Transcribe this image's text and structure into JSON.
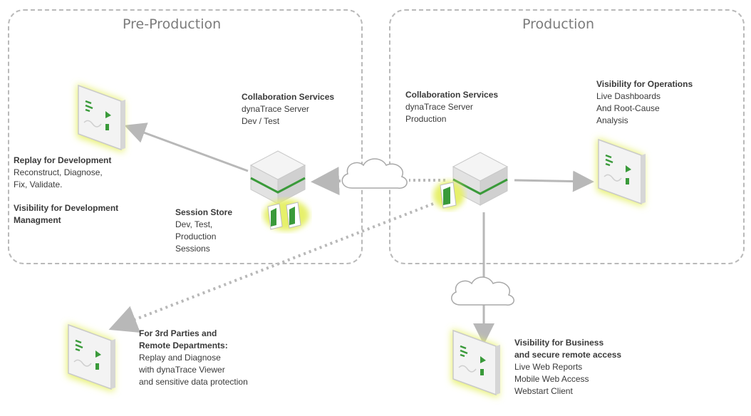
{
  "zones": {
    "preproduction": {
      "title": "Pre-Production"
    },
    "production": {
      "title": "Production"
    }
  },
  "labels": {
    "collab_pre": {
      "title": "Collaboration Services",
      "lines": [
        "dynaTrace Server",
        "Dev / Test"
      ]
    },
    "collab_prod": {
      "title": "Collaboration Services",
      "lines": [
        "dynaTrace Server",
        "Production"
      ]
    },
    "replay_dev": {
      "title": "Replay for Development",
      "lines": [
        "Reconstruct, Diagnose,",
        "Fix, Validate."
      ]
    },
    "vis_dev_mgmt": {
      "title_lines": [
        "Visibility for Development",
        "Managment"
      ]
    },
    "session_store": {
      "title": "Session Store",
      "lines": [
        "Dev, Test,",
        "Production",
        "Sessions"
      ]
    },
    "vis_ops": {
      "title": "Visibility for Operations",
      "lines": [
        "Live Dashboards",
        "And Root-Cause",
        "Analysis"
      ]
    },
    "third_parties": {
      "title_lines": [
        "For 3rd Parties and",
        "Remote Departments:"
      ],
      "lines": [
        "Replay and Diagnose",
        "with dynaTrace Viewer",
        "and sensitive data protection"
      ]
    },
    "vis_business": {
      "title_lines": [
        "Visibility for Business",
        "and secure remote access"
      ],
      "lines": [
        "Live Web Reports",
        "Mobile Web Access",
        "Webstart Client"
      ]
    }
  },
  "colors": {
    "accent_green": "#3a9a3a",
    "glow": "#e6f06a",
    "connector": "#b8b8b8"
  },
  "icons": {
    "server": "server-cube-icon",
    "client": "client-device-icon",
    "cloud": "cloud-icon",
    "store": "session-store-icon"
  }
}
